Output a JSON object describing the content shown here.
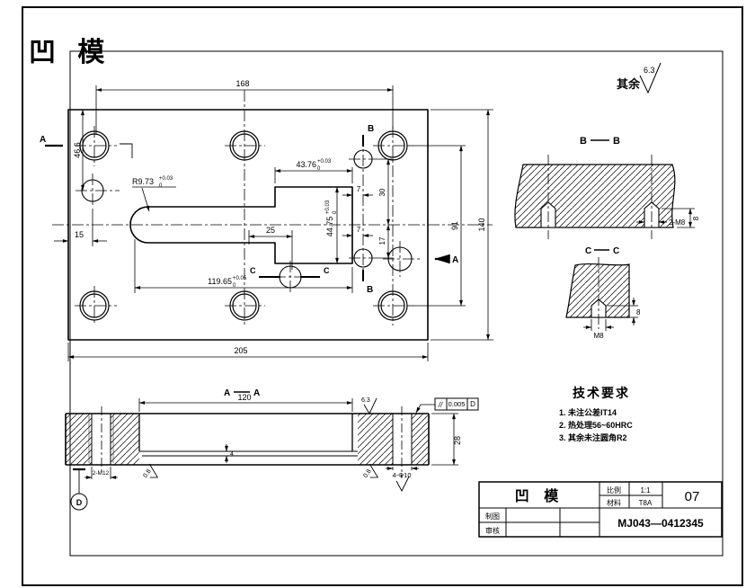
{
  "drawing_title": "凹 模",
  "remainder_note": {
    "label": "其余",
    "value": "6.3"
  },
  "main_view": {
    "dim_168": "168",
    "dim_46_6": "46.6",
    "dim_15": "15",
    "radius": {
      "value": "R9.73",
      "tol_sup": "+0.03",
      "tol_sub": "0"
    },
    "dim_43_76": {
      "value": "43.76",
      "tol_sup": "+0.03",
      "tol_sub": "0"
    },
    "dim_44_75": {
      "value": "44.75",
      "tol_sup": "+0.03",
      "tol_sub": "0"
    },
    "dim_119_65": {
      "value": "119.65",
      "tol_sup": "+0.05",
      "tol_sub": "0"
    },
    "dim_25": "25",
    "dim_7_upper": "7",
    "dim_7_lower": "7",
    "dim_30": "30",
    "dim_17": "17",
    "dim_91": "91",
    "dim_140": "140",
    "dim_205": "205",
    "section_a_left": "A",
    "section_a_right": "A",
    "section_b_upper": "B",
    "section_b_lower": "B",
    "section_c_left": "C",
    "section_c_right": "C"
  },
  "section_bb": {
    "label_left": "B",
    "label_right": "B",
    "dim_8": "8",
    "hole_note": "2-M8"
  },
  "section_cc": {
    "label_left": "C",
    "label_right": "C",
    "dim_8": "8",
    "hole_note": "M8"
  },
  "section_aa": {
    "label_left": "A",
    "label_right": "A",
    "dim_120": "120",
    "dim_28": "28",
    "dim_step": "4",
    "hole_note_left": "2-M12",
    "hole_note_right": "4-Φ10",
    "roughness_top": "6.3",
    "roughness_left_wall": "0.8",
    "roughness_right_wall": "0.8",
    "parallelism": {
      "symbol": "//",
      "tolerance": "0.005",
      "datum": "D"
    },
    "datum_label": "D"
  },
  "tech_requirements": {
    "title": "技术要求",
    "items": [
      "1. 未注公差IT14",
      "2. 热处理56~60HRC",
      "3. 其余未注圆角R2"
    ]
  },
  "title_block": {
    "part_name": "凹  模",
    "scale_label": "比例",
    "scale_value": "1:1",
    "material_label": "材料",
    "material_value": "T8A",
    "sheet_number": "07",
    "drawn_by_label": "制图",
    "checked_by_label": "审核",
    "drawing_number": "MJ043—0412345"
  },
  "colors": {
    "title_red": "#ff0000",
    "line": "#000000",
    "background": "#ffffff"
  }
}
